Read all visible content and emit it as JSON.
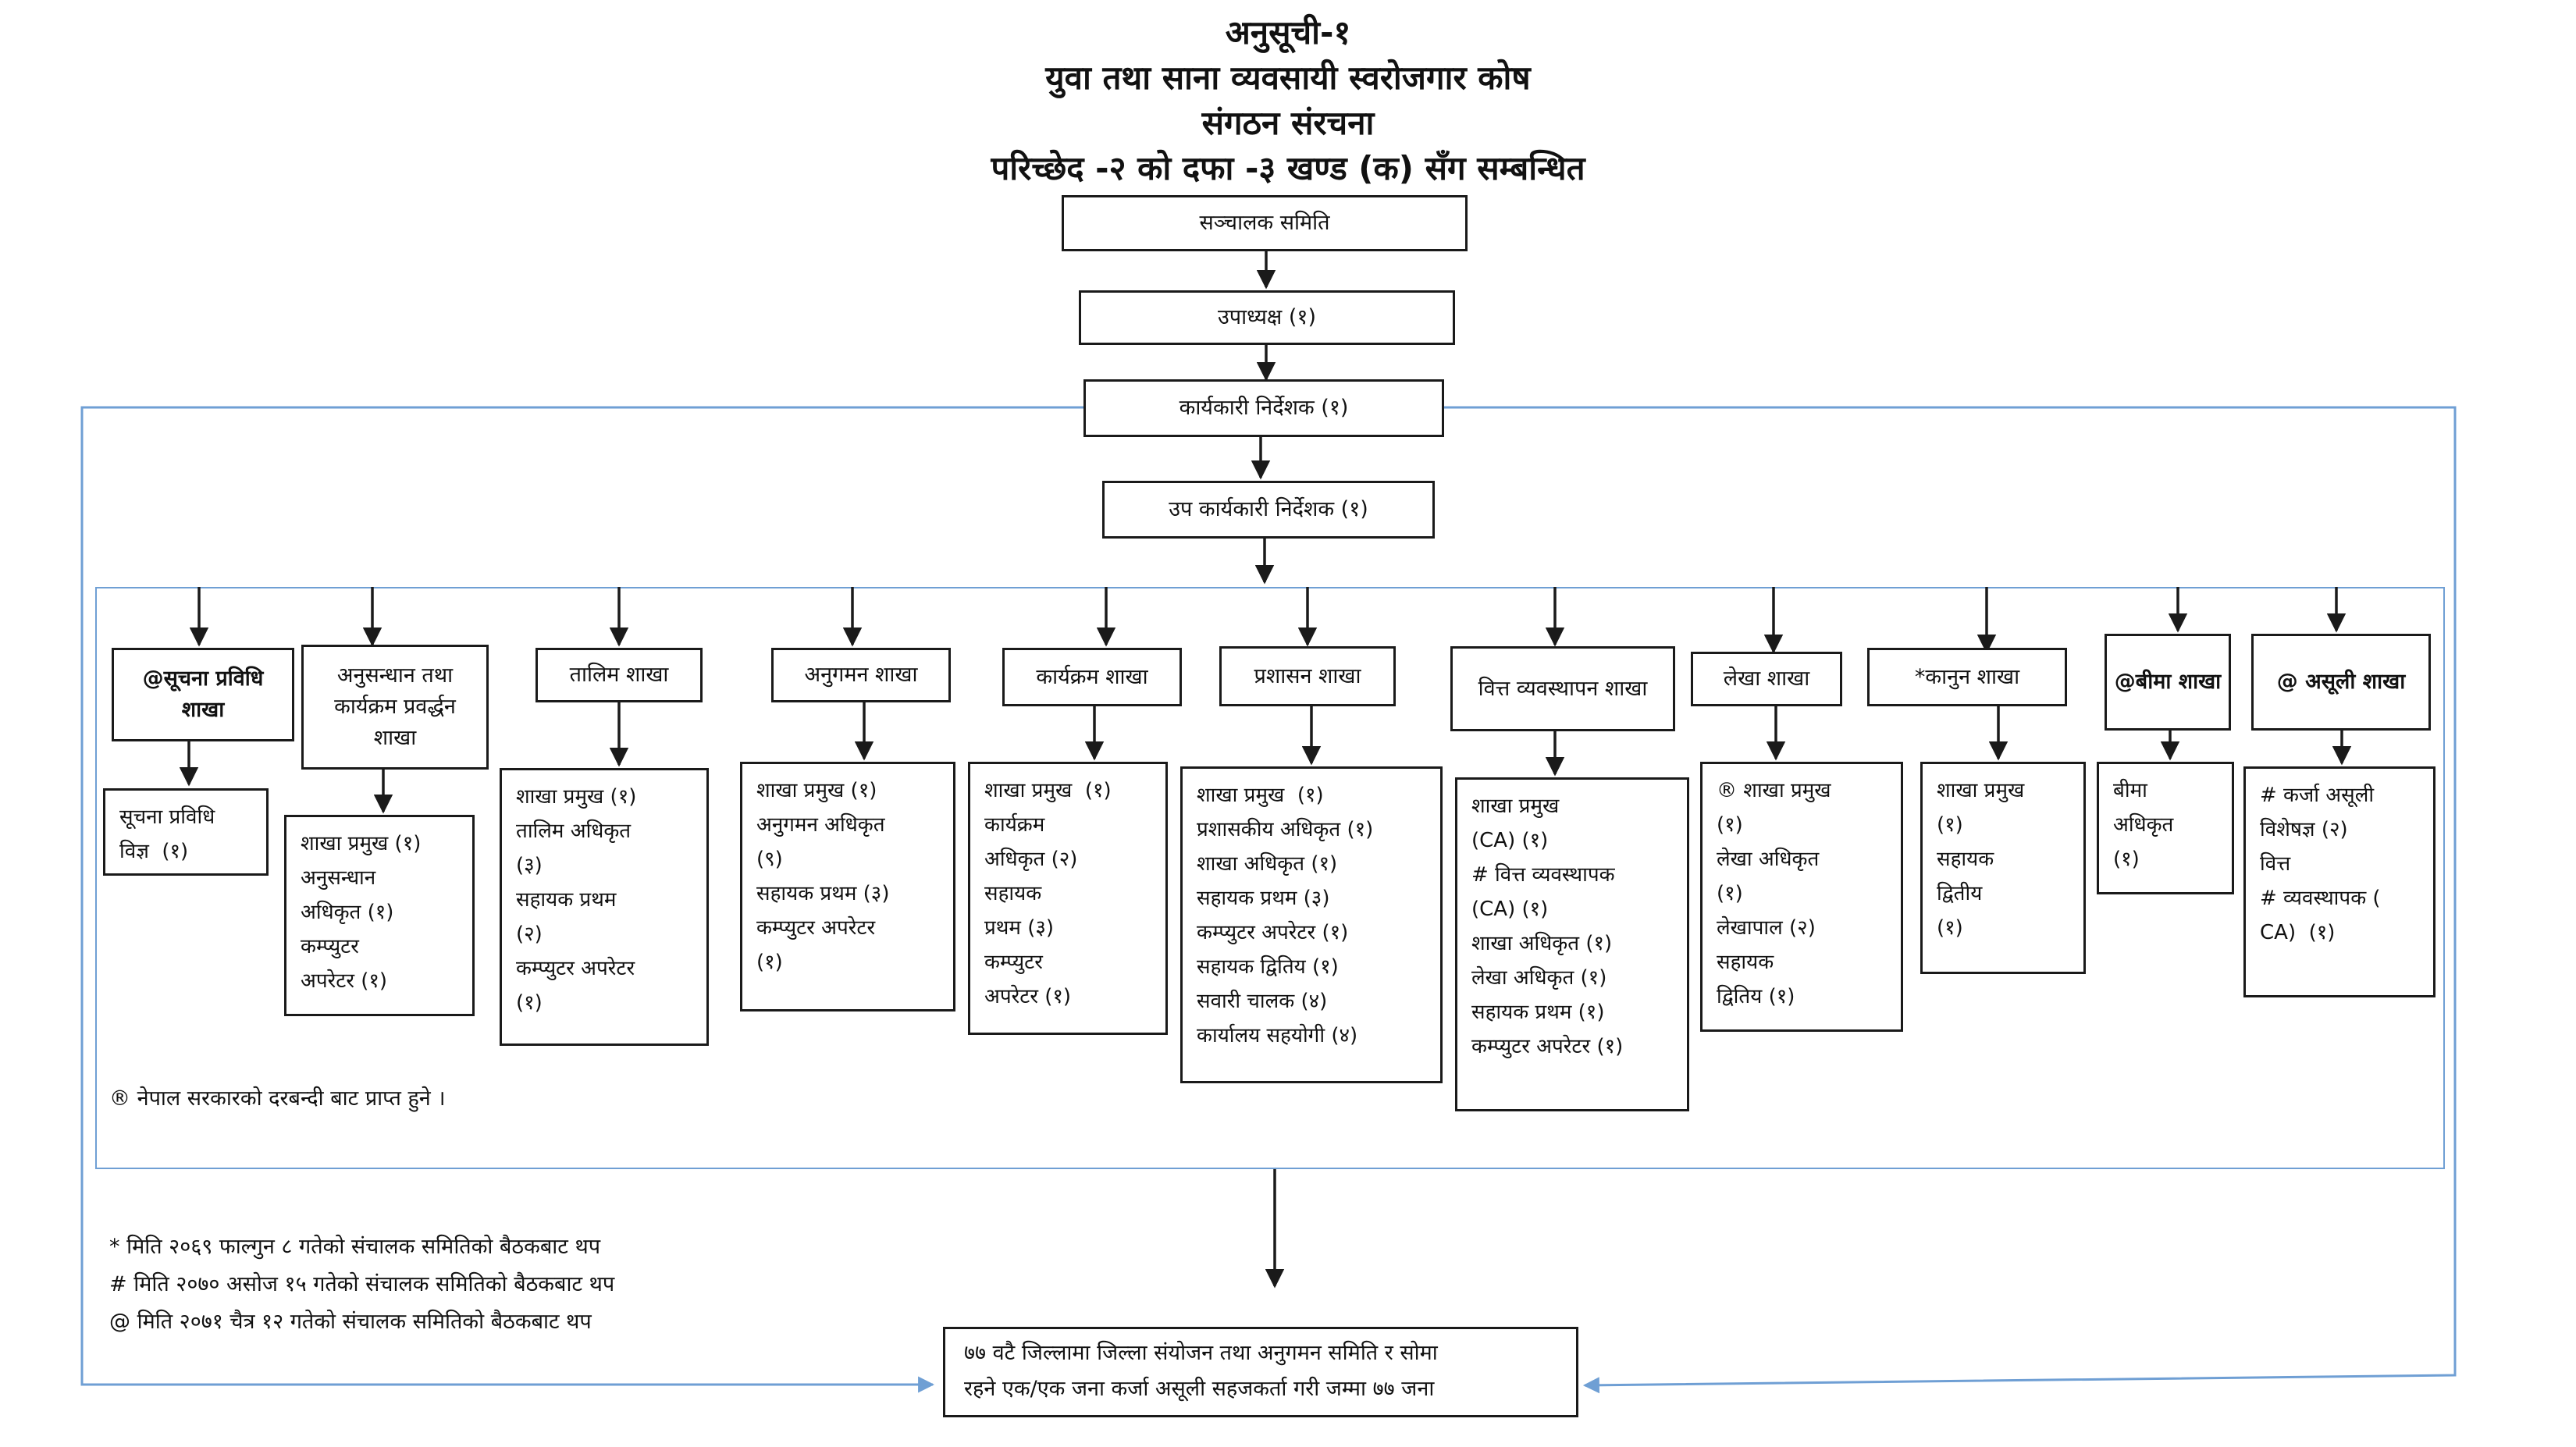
{
  "title": {
    "line1": "अनुसूची-१",
    "line2": "युवा तथा साना व्यवसायी स्वरोजगार कोष",
    "line3": "संगठन संरचना",
    "line4": "परिच्छेद -२ को दफा -३ खण्ड (क) सँग सम्बन्धित"
  },
  "top": {
    "board": "सञ्चालक समिति",
    "vice_chair": "उपाध्यक्ष (१)",
    "exec_director": "कार्यकारी निर्देशक (१)",
    "deputy_exec_director": "उप कार्यकारी निर्देशक (१)"
  },
  "branches": [
    {
      "name": "@सूचना प्रविधि शाखा",
      "details": "सूचना प्रविधि\nविज्ञ  (१)"
    },
    {
      "name": "अनुसन्धान तथा कार्यक्रम प्रवर्द्धन शाखा",
      "details": "शाखा प्रमुख (१)\nअनुसन्धान\nअधिकृत (१)\nकम्प्युटर\nअपरेटर (१)"
    },
    {
      "name": "तालिम शाखा",
      "details": "शाखा प्रमुख (१)\nतालिम अधिकृत\n(३)\nसहायक प्रथम\n(२)\nकम्प्युटर अपरेटर\n(१)"
    },
    {
      "name": "अनुगमन शाखा",
      "details": "शाखा प्रमुख (१)\nअनुगमन अधिकृत\n(९)\nसहायक प्रथम (३)\nकम्प्युटर अपरेटर\n(१)"
    },
    {
      "name": "कार्यक्रम शाखा",
      "details": "शाखा प्रमुख  (१)\nकार्यक्रम\nअधिकृत (२)\nसहायक\nप्रथम (३)\nकम्प्युटर\nअपरेटर (१)"
    },
    {
      "name": "प्रशासन शाखा",
      "details": "शाखा प्रमुख  (१)\nप्रशासकीय अधिकृत (१)\nशाखा अधिकृत (१)\nसहायक प्रथम (३)\nकम्प्युटर अपरेटर (१)\nसहायक द्वितिय (१)\nसवारी चालक (४)\nकार्यालय सहयोगी (४)"
    },
    {
      "name": "वित्त व्यवस्थापन शाखा",
      "details": "शाखा प्रमुख\n(CA) (१)\n# वित्त व्यवस्थापक\n(CA) (१)\nशाखा अधिकृत (१)\nलेखा अधिकृत (१)\nसहायक प्रथम (१)\nकम्प्युटर अपरेटर (१)"
    },
    {
      "name": "लेखा शाखा",
      "details": "® शाखा प्रमुख\n(१)\nलेखा अधिकृत\n(१)\nलेखापाल (२)\nसहायक\nद्वितिय (१)"
    },
    {
      "name": "*कानुन शाखा",
      "details": "शाखा प्रमुख\n(१)\nसहायक\nद्वितीय\n(१)"
    },
    {
      "name": "@बीमा शाखा",
      "details": "बीमा\nअधिकृत\n(१)"
    },
    {
      "name": "@ असूली शाखा",
      "details": "# कर्जा असूली\nविशेषज्ञ (२)\nवित्त\n# व्यवस्थापक (\nCA)  (१)"
    }
  ],
  "registered_note": "® नेपाल सरकारको दरबन्दी बाट प्राप्त हुने ।",
  "footnotes": [
    "* मिति २०६९ फाल्गुन ८ गतेको संचालक समितिको बैठकबाट थप",
    "# मिति २०७० असोज १५ गतेको संचालक समितिको बैठकबाट थप",
    "@ मिति २०७१ चैत्र १२ गतेको संचालक समितिको बैठकबाट थप"
  ],
  "district": {
    "line1": "७७ वटै जिल्लामा जिल्ला संयोजन तथा अनुगमन समिति र सोमा",
    "line2": "रहने एक/एक जना कर्जा असूली सहजकर्ता गरी जम्मा ७७ जना"
  },
  "colors": {
    "line": "#1a1a1a",
    "frame": "#6f9fd4"
  }
}
